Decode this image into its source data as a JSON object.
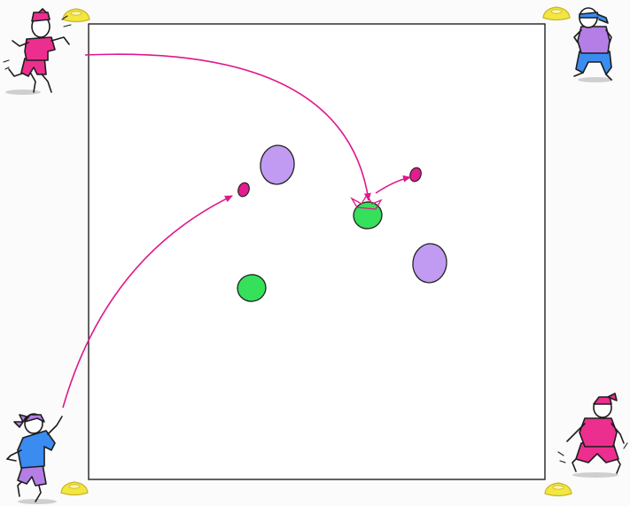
{
  "diagram": {
    "background": "#fbfbfb",
    "court": {
      "stroke": "#222222",
      "fill": "#ffffff"
    },
    "colors": {
      "arrow": "#e0178a",
      "large_ball": "#c19bf2",
      "medium_ball": "#35e05a",
      "small_ball": "#e41c8d",
      "cone": "#f2e640",
      "cone_outline": "#c9b42a",
      "player_pink": "#ec2f8f",
      "player_blue": "#3a8cf0",
      "player_purple": "#b47ee6"
    },
    "players": [
      {
        "name": "corner-top-left",
        "shirt": "pink",
        "pose": "throwing"
      },
      {
        "name": "corner-top-right",
        "shirt": "purple",
        "pose": "ready"
      },
      {
        "name": "corner-bottom-left",
        "shirt": "blue",
        "pose": "throwing"
      },
      {
        "name": "corner-bottom-right",
        "shirt": "pink",
        "pose": "crouching"
      }
    ],
    "balls": [
      {
        "size": "large",
        "color": "purple"
      },
      {
        "size": "large",
        "color": "purple"
      },
      {
        "size": "medium",
        "color": "green"
      },
      {
        "size": "medium",
        "color": "green"
      },
      {
        "size": "small",
        "color": "pink"
      },
      {
        "size": "small",
        "color": "pink"
      }
    ],
    "cones": 4,
    "throws": 3
  }
}
